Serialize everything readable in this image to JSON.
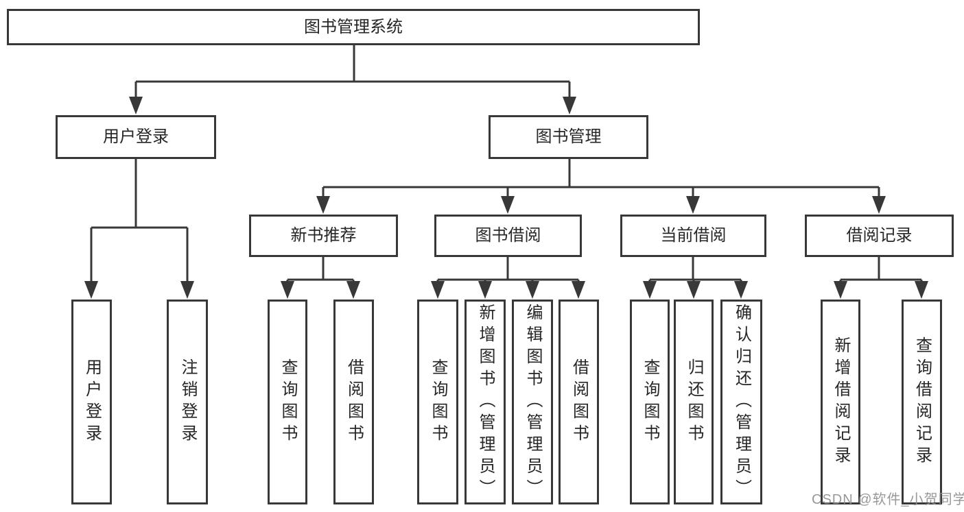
{
  "diagram": {
    "root": {
      "label": "图书管理系统"
    },
    "branches": [
      {
        "label": "用户登录",
        "children": [
          {
            "label": "用户登录"
          },
          {
            "label": "注销登录"
          }
        ]
      },
      {
        "label": "图书管理",
        "children": [
          {
            "label": "新书推荐",
            "children": [
              {
                "label": "查询图书"
              },
              {
                "label": "借阅图书"
              }
            ]
          },
          {
            "label": "图书借阅",
            "children": [
              {
                "label": "查询图书"
              },
              {
                "label": "新增图书（管理员）"
              },
              {
                "label": "编辑图书（管理员）"
              },
              {
                "label": "借阅图书"
              }
            ]
          },
          {
            "label": "当前借阅",
            "children": [
              {
                "label": "查询图书"
              },
              {
                "label": "归还图书"
              },
              {
                "label": "确认归还（管理员）"
              }
            ]
          },
          {
            "label": "借阅记录",
            "children": [
              {
                "label": "新增借阅记录"
              },
              {
                "label": "查询借阅记录"
              }
            ]
          }
        ]
      }
    ],
    "watermark": "CSDN @软件_小贺同学",
    "colors": {
      "line": "#383838",
      "text": "#262626",
      "watermark": "#8f8f8f",
      "background": "#ffffff"
    }
  }
}
